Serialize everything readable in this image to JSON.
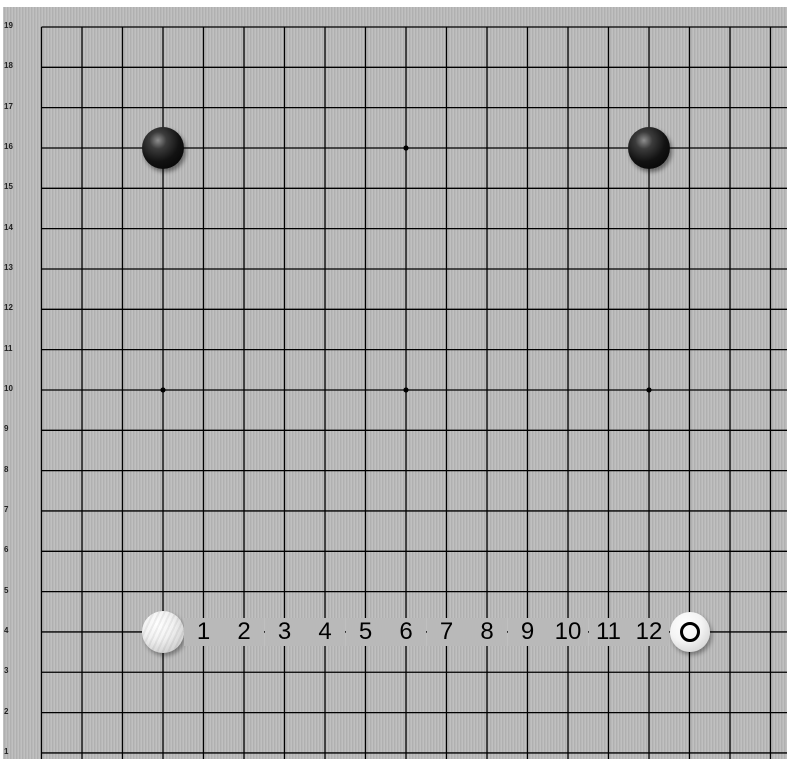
{
  "board": {
    "size": 19,
    "visible_columns": 19,
    "rank_labels": [
      "19",
      "18",
      "17",
      "16",
      "15",
      "14",
      "13",
      "12",
      "11",
      "10",
      "9",
      "8",
      "7",
      "6",
      "5",
      "4",
      "3",
      "2",
      "1"
    ],
    "star_points": [
      {
        "col": 4,
        "row": 16
      },
      {
        "col": 10,
        "row": 16
      },
      {
        "col": 16,
        "row": 16
      },
      {
        "col": 4,
        "row": 10
      },
      {
        "col": 10,
        "row": 10
      },
      {
        "col": 16,
        "row": 10
      }
    ],
    "colors": {
      "wood": "#b9b9b9",
      "line": "#000000"
    }
  },
  "stones": [
    {
      "color": "black",
      "col": 4,
      "row": 16
    },
    {
      "color": "black",
      "col": 16,
      "row": 16
    },
    {
      "color": "white",
      "col": 4,
      "row": 4
    }
  ],
  "move_labels": [
    {
      "text": "1",
      "col": 5,
      "row": 4
    },
    {
      "text": "2",
      "col": 6,
      "row": 4
    },
    {
      "text": "3",
      "col": 7,
      "row": 4
    },
    {
      "text": "4",
      "col": 8,
      "row": 4
    },
    {
      "text": "5",
      "col": 9,
      "row": 4
    },
    {
      "text": "6",
      "col": 10,
      "row": 4
    },
    {
      "text": "7",
      "col": 11,
      "row": 4
    },
    {
      "text": "8",
      "col": 12,
      "row": 4
    },
    {
      "text": "9",
      "col": 13,
      "row": 4
    },
    {
      "text": "10",
      "col": 14,
      "row": 4
    },
    {
      "text": "11",
      "col": 15,
      "row": 4
    },
    {
      "text": "12",
      "col": 16,
      "row": 4
    }
  ],
  "last_move_marker": {
    "color": "white",
    "col": 17,
    "row": 4,
    "icon": "circle-marker-icon"
  }
}
